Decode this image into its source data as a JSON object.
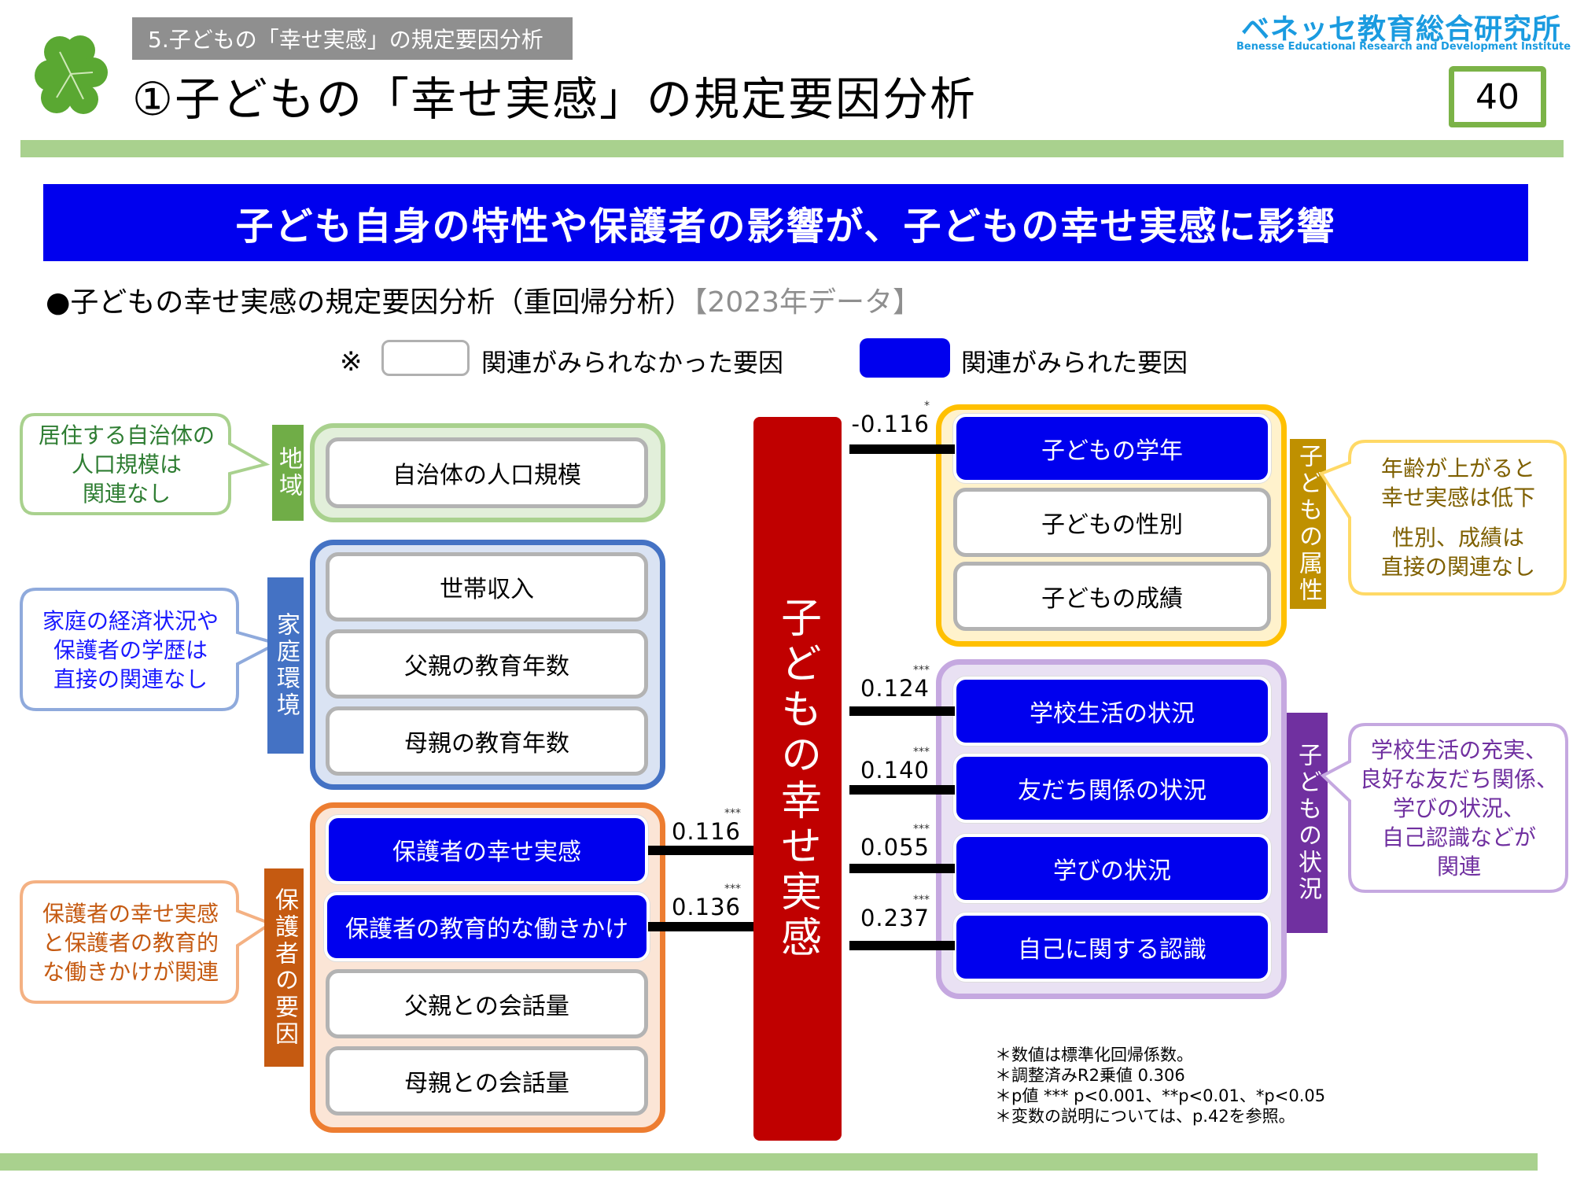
{
  "header": {
    "section_tag": "5.子どもの「幸せ実感」の規定要因分析",
    "title": "①子どもの「幸せ実感」の規定要因分析",
    "logo_jp": "ベネッセ教育総合研究所",
    "logo_en": "Benesse  Educational Research and Development Institute",
    "page_number": "40"
  },
  "banner": "子ども自身の特性や保護者の影響が、子どもの幸せ実感に影響",
  "subtitle": {
    "text": "●子どもの幸せ実感の規定要因分析（重回帰分析）",
    "year": "【2023年データ】"
  },
  "legend": {
    "mark": "※",
    "not_related": "関連がみられなかった要因",
    "related": "関連がみられた要因"
  },
  "target": "子どもの幸せ実感",
  "groups": {
    "region": {
      "tab": "地域",
      "items": [
        {
          "label": "自治体の人口規模",
          "significant": false
        }
      ],
      "bubble": [
        "居住する自治体の",
        "人口規模は",
        "関連なし"
      ],
      "color": "#70ad47"
    },
    "home": {
      "tab": "家庭環境",
      "items": [
        {
          "label": "世帯収入",
          "significant": false
        },
        {
          "label": "父親の教育年数",
          "significant": false
        },
        {
          "label": "母親の教育年数",
          "significant": false
        }
      ],
      "bubble": [
        "家庭の経済状況や",
        "保護者の学歴は",
        "直接の関連なし"
      ],
      "color": "#4472c4"
    },
    "parent": {
      "tab": "保護者の要因",
      "items": [
        {
          "label": "保護者の幸せ実感",
          "significant": true,
          "coef": "0.116",
          "stars": "***"
        },
        {
          "label": "保護者の教育的な働きかけ",
          "significant": true,
          "coef": "0.136",
          "stars": "***"
        },
        {
          "label": "父親との会話量",
          "significant": false
        },
        {
          "label": "母親との会話量",
          "significant": false
        }
      ],
      "bubble": [
        "保護者の幸せ実感",
        "と保護者の教育的",
        "な働きかけが関連"
      ],
      "color": "#ed7d31"
    },
    "child_attr": {
      "tab": "子どもの属性",
      "items": [
        {
          "label": "子どもの学年",
          "significant": true,
          "coef": "-0.116",
          "stars": "*"
        },
        {
          "label": "子どもの性別",
          "significant": false
        },
        {
          "label": "子どもの成績",
          "significant": false
        }
      ],
      "bubble": [
        "年齢が上がると",
        "幸せ実感は低下",
        "性別、成績は",
        "直接の関連なし"
      ],
      "color": "#ffc000"
    },
    "child_state": {
      "tab": "子どもの状況",
      "items": [
        {
          "label": "学校生活の状況",
          "significant": true,
          "coef": "0.124",
          "stars": "***"
        },
        {
          "label": "友だち関係の状況",
          "significant": true,
          "coef": "0.140",
          "stars": "***"
        },
        {
          "label": "学びの状況",
          "significant": true,
          "coef": "0.055",
          "stars": "***"
        },
        {
          "label": "自己に関する認識",
          "significant": true,
          "coef": "0.237",
          "stars": "***"
        }
      ],
      "bubble": [
        "学校生活の充実、",
        "良好な友だち関係、",
        "学びの状況、",
        "自己認識などが",
        "関連"
      ],
      "color": "#7030a0"
    }
  },
  "notes": [
    "＊数値は標準化回帰係数。",
    "＊調整済みR2乗値  0.306",
    "＊p値  *** p<0.001、**p<0.01、*p<0.05",
    "＊変数の説明については、p.42を参照。"
  ]
}
